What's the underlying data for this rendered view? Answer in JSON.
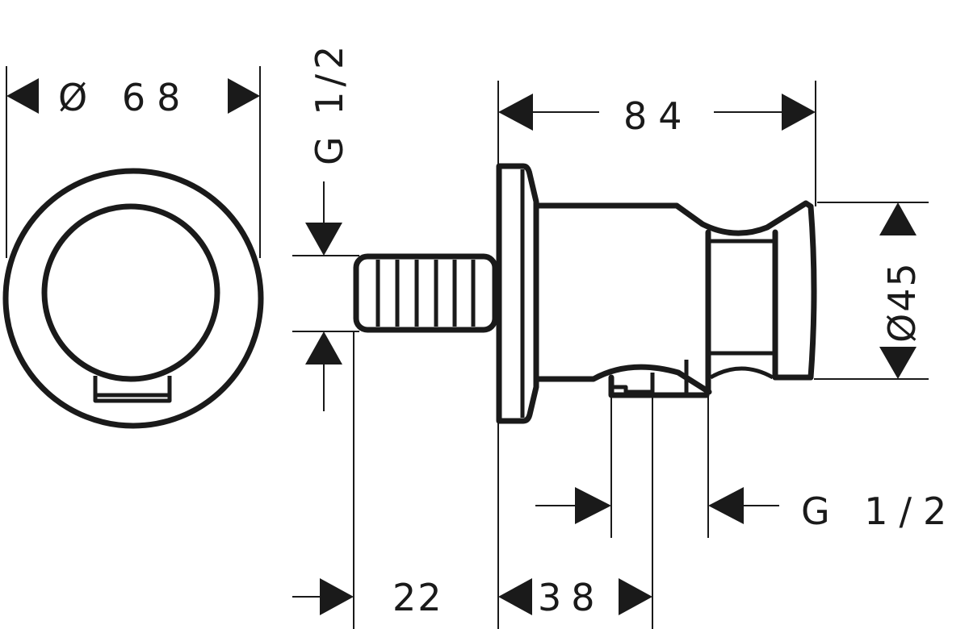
{
  "drawing": {
    "type": "technical-dimension-drawing",
    "subject": "wall outlet with shower holder",
    "line_color": "#1a1a1a",
    "background": "#ffffff"
  },
  "front_view": {
    "diameter_label": "Ø 68"
  },
  "side_view": {
    "inlet_thread_label": "G 1/2",
    "overall_length_label": "84",
    "holder_diameter_label": "Ø45",
    "outlet_thread_label": "G 1/2",
    "inlet_length_label": "22",
    "outlet_offset_label": "38"
  }
}
